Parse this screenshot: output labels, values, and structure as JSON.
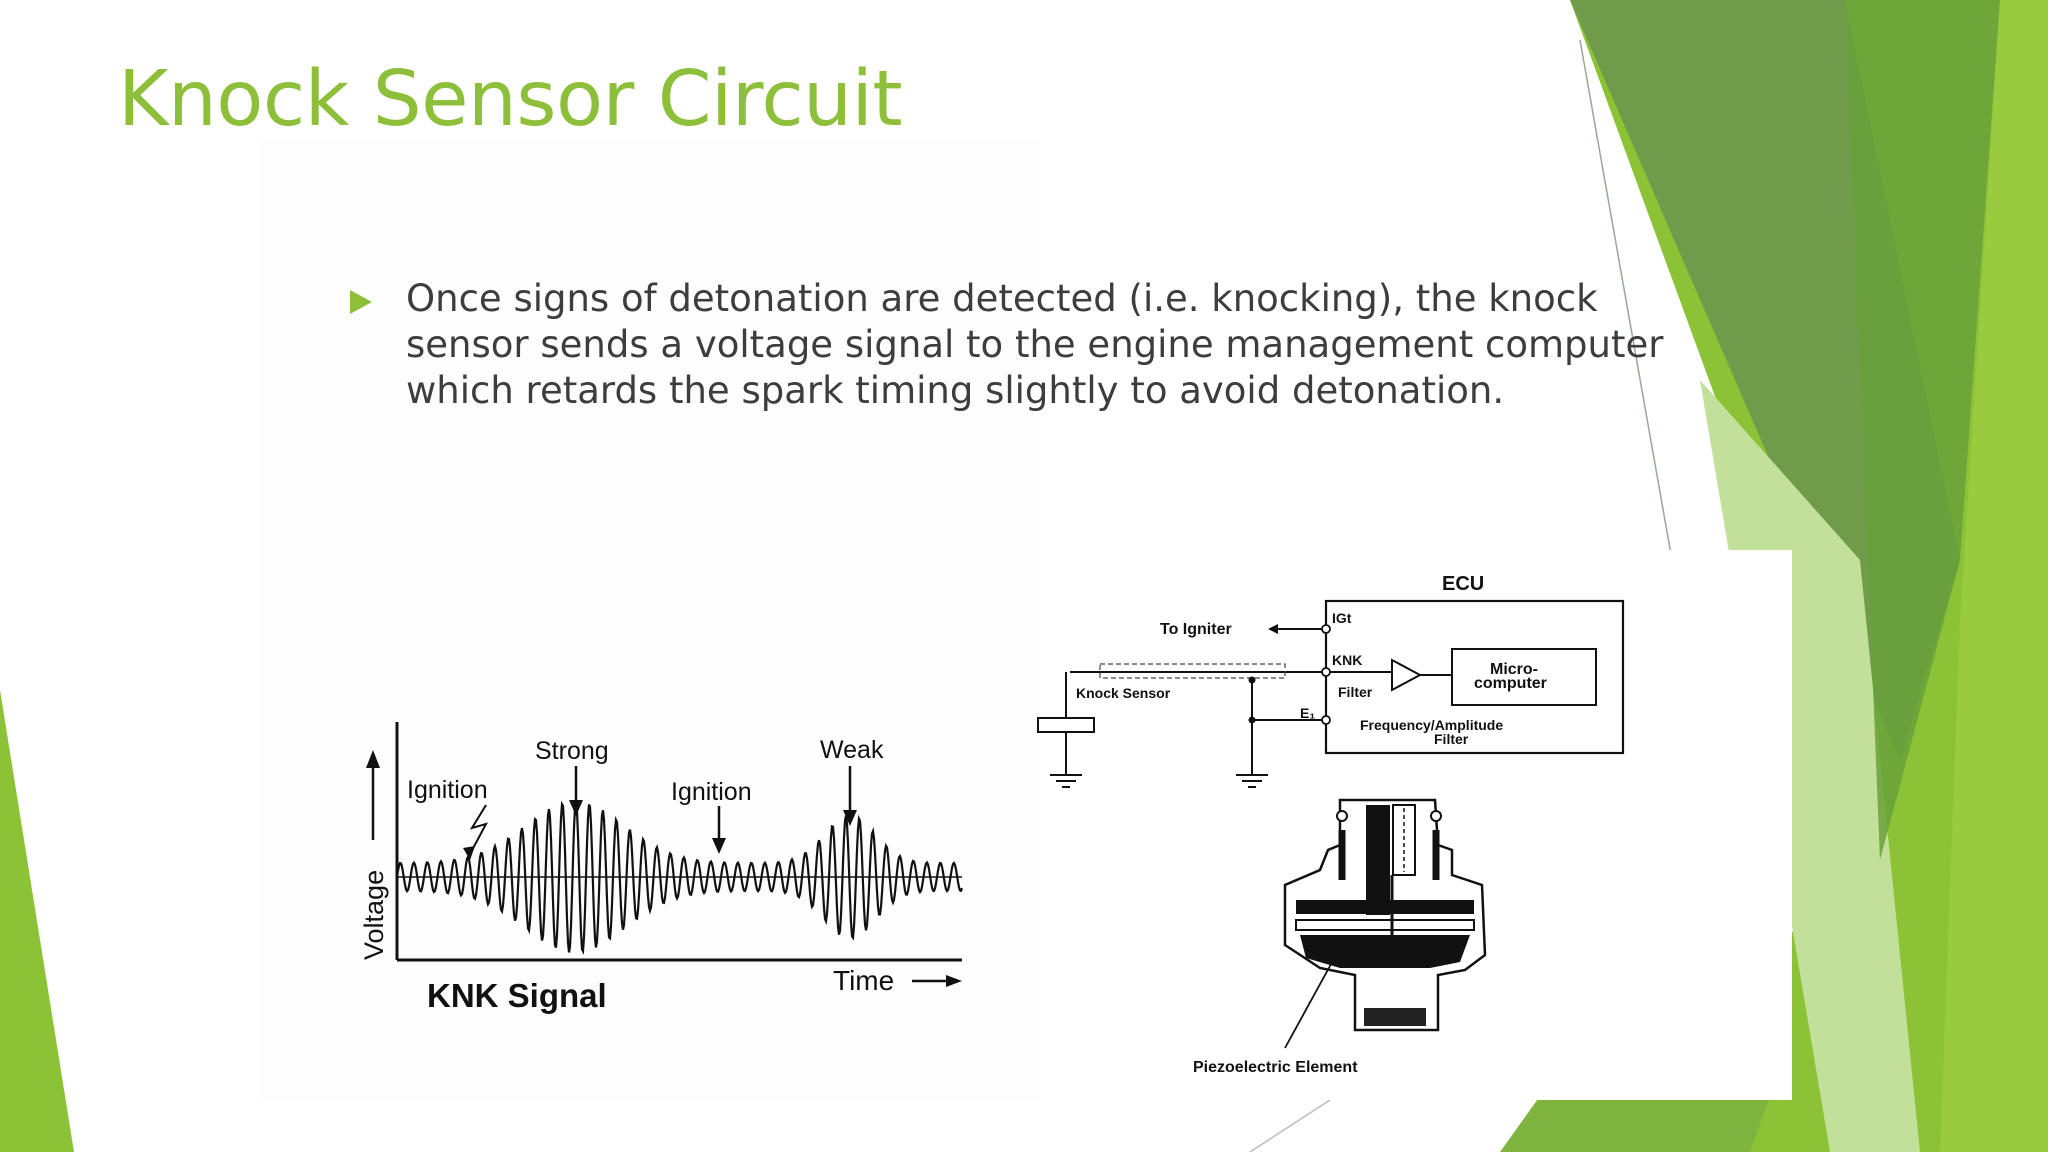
{
  "slide": {
    "title": "Knock Sensor Circuit",
    "bullet": "Once signs of detonation are detected (i.e. knocking), the knock sensor sends a voltage signal to the engine management computer which retards the spark timing slightly to avoid detonation."
  },
  "colors": {
    "title": "#8dbf3a",
    "bullet_marker": "#8dbf3a",
    "body_text": "#3d3d3d",
    "green_dark": "#6d9a44",
    "green_mid": "#8bc236",
    "green_light": "#c8e2a0"
  },
  "knk_figure": {
    "caption": "KNK Signal",
    "y_axis": "Voltage",
    "x_axis": "Time",
    "labels": {
      "strong": "Strong",
      "weak": "Weak",
      "ignition_1": "Ignition",
      "ignition_2": "Ignition"
    }
  },
  "ecu_figure": {
    "ecu": "ECU",
    "to_igniter": "To Igniter",
    "igt": "IGt",
    "knk": "KNK",
    "filter": "Filter",
    "e1": "E₁",
    "micro_1": "Micro-",
    "micro_2": "computer",
    "knock_sensor": "Knock Sensor",
    "freq_1": "Frequency/Amplitude",
    "freq_2": "Filter"
  },
  "sensor_figure": {
    "caption": "Piezoelectric Element"
  }
}
